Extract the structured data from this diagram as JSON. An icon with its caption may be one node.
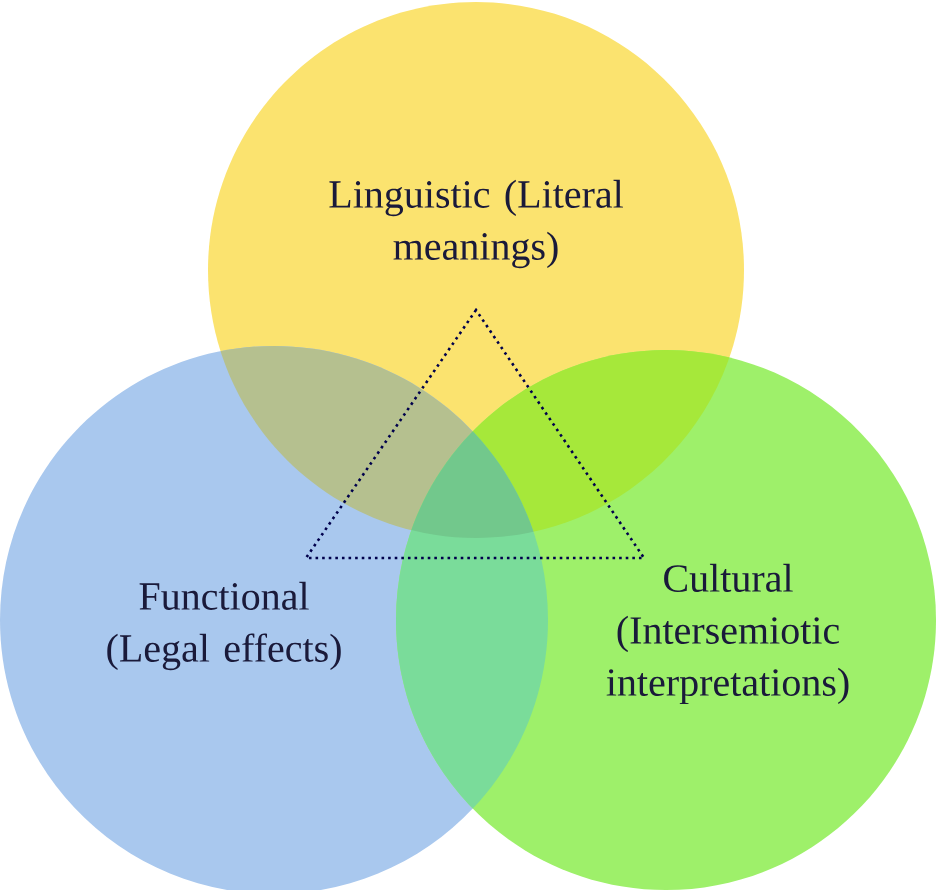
{
  "diagram": {
    "nodes": [
      {
        "text": [
          "Linguistic (Literal meanings)"
        ]
      },
      {
        "text": [
          "Functional (Legal effects)"
        ]
      },
      {
        "text": [
          "Cultural (Intersemiotic interpretations)"
        ]
      }
    ]
  }
}
